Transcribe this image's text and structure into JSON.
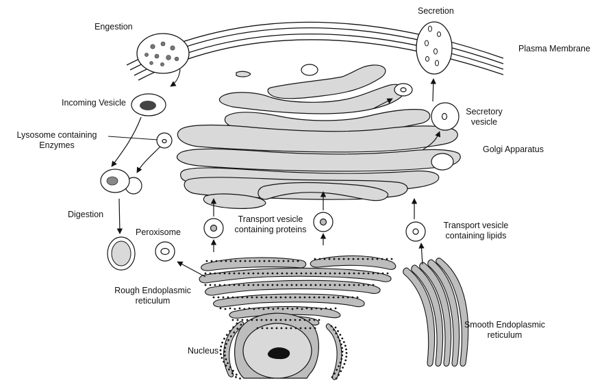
{
  "labels": {
    "engestion": "Engestion",
    "secretion": "Secretion",
    "plasma_membrane": "Plasma Membrane",
    "incoming_vesicle": "Incoming Vesicle",
    "lysosome_line1": "Lysosome containing",
    "lysosome_line2": "Enzymes",
    "secretory_line1": "Secretory",
    "secretory_line2": "vesicle",
    "golgi": "Golgi Apparatus",
    "digestion": "Digestion",
    "peroxisome": "Peroxisome",
    "transport_proteins_line1": "Transport vesicle",
    "transport_proteins_line2": "containing proteins",
    "transport_lipids_line1": "Transport vesicle",
    "transport_lipids_line2": "containing lipids",
    "rer_line1": "Rough Endoplasmic",
    "rer_line2": "reticulum",
    "nucleus": "Nucleus",
    "ser_line1": "Smooth Endoplasmic",
    "ser_line2": "reticulum"
  },
  "colors": {
    "organelle_fill": "#d9d9d9",
    "dark_fill": "#444444",
    "stroke": "#111111",
    "background": "#ffffff"
  }
}
